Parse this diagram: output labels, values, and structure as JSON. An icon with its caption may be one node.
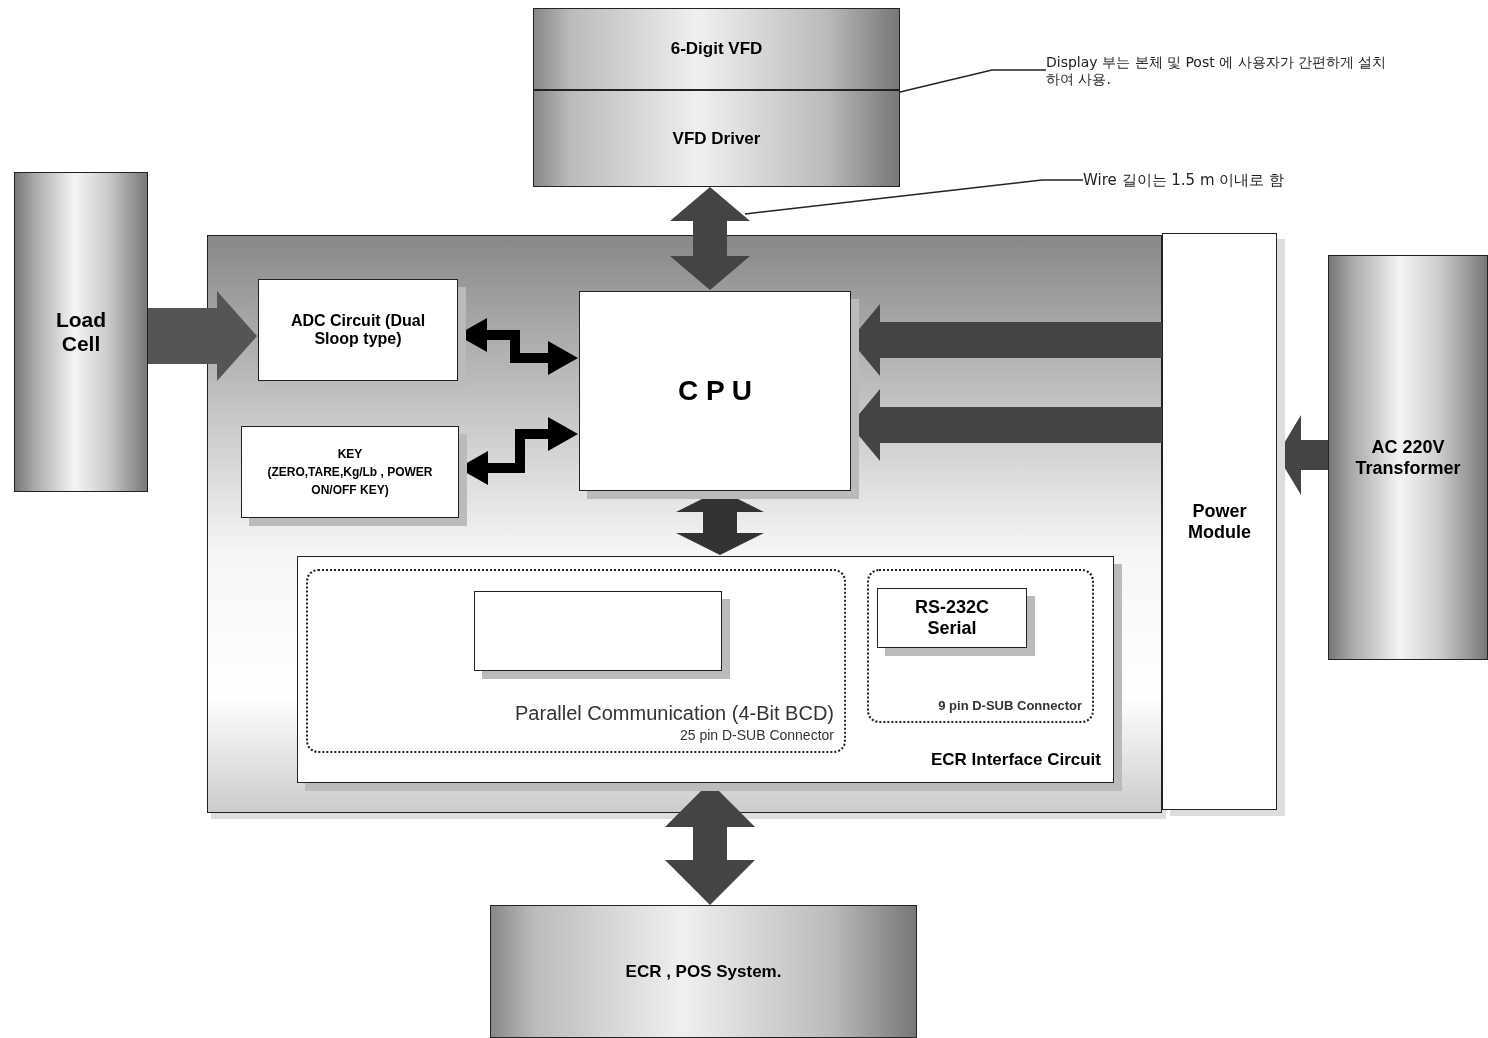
{
  "diagram": {
    "nodes": [
      {
        "text": [
          "6-Digit VFD"
        ]
      },
      {
        "text": [
          "VFD Driver"
        ]
      },
      {
        "text": [
          "Load Cell"
        ]
      },
      {
        "text": [],
        "shape": "box"
      },
      {
        "text": [
          "ADC Circuit (Dual Sloop type)"
        ],
        "in": 3
      },
      {
        "text": [
          "KEY",
          "(ZERO,TARE,Kg/Lb , POWER ON/OFF KEY)"
        ],
        "in": 3
      },
      {
        "text": [
          "C P U"
        ],
        "in": 3
      },
      {
        "text": [
          "ECR Interface Circuit"
        ],
        "in": 3
      },
      {
        "text": [
          "Parallel Communication (4-Bit BCD)",
          "25 pin D-SUB Connector"
        ],
        "in": 7
      },
      {
        "text": [],
        "shape": "box",
        "in": 8
      },
      {
        "text": [
          "9 pin D-SUB Connector"
        ],
        "in": 7
      },
      {
        "text": [
          "RS-232C Serial"
        ],
        "in": 10
      },
      {
        "text": [
          "Power Module"
        ]
      },
      {
        "text": [
          "AC 220V Transformer"
        ]
      },
      {
        "text": [
          "ECR , POS System."
        ]
      },
      {
        "text": [
          "Display 부는 본체 및 Post 에 사용자가 간편하게 설치 하여 사용."
        ]
      },
      {
        "text": [
          "Wire 길이는 1.5 m 이내로 함"
        ]
      }
    ],
    "edges": [
      {
        "from": 1,
        "to": 6,
        "arrow": "both"
      },
      {
        "from": 2,
        "to": 4,
        "arrow": "to"
      },
      {
        "from": 4,
        "to": 6,
        "arrow": "both"
      },
      {
        "from": 5,
        "to": 6,
        "arrow": "both"
      },
      {
        "from": 6,
        "to": 7,
        "arrow": "both"
      },
      {
        "from": 12,
        "to": 6,
        "arrow": "to"
      },
      {
        "from": 12,
        "to": 6,
        "arrow": "to"
      },
      {
        "from": 13,
        "to": 12,
        "arrow": "to"
      },
      {
        "from": 7,
        "to": 14,
        "arrow": "both"
      },
      {
        "from": 15,
        "to": 0,
        "arrow": "none"
      },
      {
        "from": 16,
        "to": null,
        "arrow": "none"
      }
    ]
  }
}
